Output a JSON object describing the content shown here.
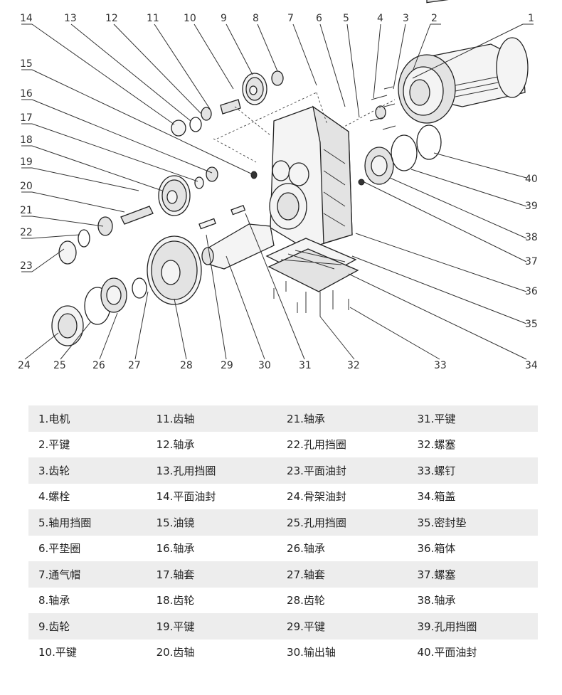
{
  "callouts": [
    "1",
    "2",
    "3",
    "4",
    "5",
    "6",
    "7",
    "8",
    "9",
    "10",
    "11",
    "12",
    "13",
    "14",
    "15",
    "16",
    "17",
    "18",
    "19",
    "20",
    "21",
    "22",
    "23",
    "24",
    "25",
    "26",
    "27",
    "28",
    "29",
    "30",
    "31",
    "32",
    "33",
    "34",
    "35",
    "36",
    "37",
    "38",
    "39",
    "40"
  ],
  "parts_table": {
    "rows": [
      [
        "1.电机",
        "11.齿轴",
        "21.轴承",
        "31.平键"
      ],
      [
        "2.平键",
        "12.轴承",
        "22.孔用挡圈",
        "32.螺塞"
      ],
      [
        "3.齿轮",
        "13.孔用挡圈",
        "23.平面油封",
        "33.螺钉"
      ],
      [
        "4.螺栓",
        "14.平面油封",
        "24.骨架油封",
        "34.箱盖"
      ],
      [
        "5.轴用挡圈",
        "15.油镜",
        "25.孔用挡圈",
        "35.密封垫"
      ],
      [
        "6.平垫圈",
        "16.轴承",
        "26.轴承",
        "36.箱体"
      ],
      [
        "7.通气帽",
        "17.轴套",
        "27.轴套",
        "37.螺塞"
      ],
      [
        "8.轴承",
        "18.齿轮",
        "28.齿轮",
        "38.轴承"
      ],
      [
        "9.齿轮",
        "19.平键",
        "29.平键",
        "39.孔用挡圈"
      ],
      [
        "10.平键",
        "20.齿轴",
        "30.输出轴",
        "40.平面油封"
      ]
    ]
  }
}
